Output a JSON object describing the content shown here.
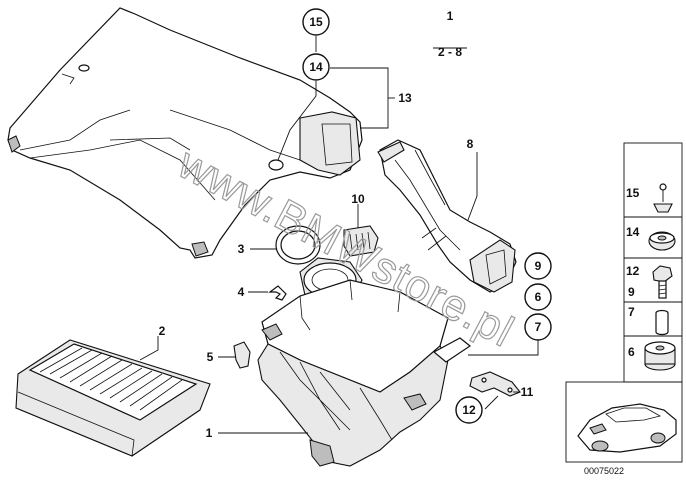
{
  "header": {
    "ref_top": "1",
    "ref_range": "2 - 8"
  },
  "callouts": {
    "c1": "1",
    "c2": "2",
    "c3": "3",
    "c4": "4",
    "c5": "5",
    "c8": "8",
    "c10": "10",
    "c11": "11",
    "c13": "13",
    "c15": "15",
    "c14": "14",
    "c9": "9",
    "c6": "6",
    "c7": "7",
    "c12": "12"
  },
  "legend": {
    "r15": "15",
    "r14": "14",
    "r12": "12",
    "r9": "9",
    "r7": "7",
    "r6": "6"
  },
  "watermark": "www.BMWstore.pl",
  "diagram_number": "00075022"
}
